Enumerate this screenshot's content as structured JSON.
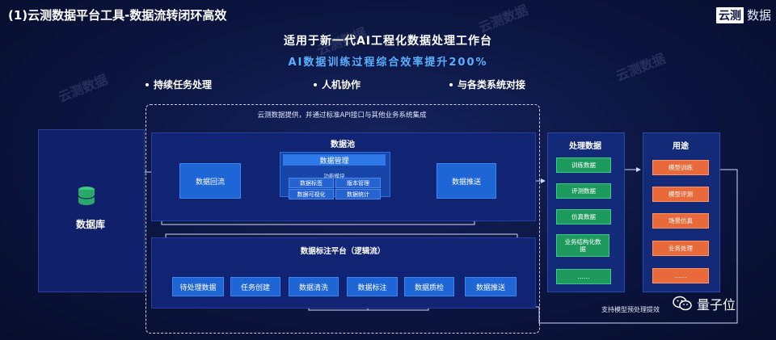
{
  "slide_title": "(1)云测数据平台工具-数据流转闭环高效",
  "brand": {
    "box": "云测",
    "text": "数据"
  },
  "headline": "适用于新一代AI工程化数据处理工作台",
  "subline": "AI数据训练过程综合效率提升200%",
  "features": [
    "持续任务处理",
    "人机协作",
    "与各类系统对接"
  ],
  "integration_note": "云测数据提供，并通过标准API接口与其他业务系统集成",
  "database": {
    "label": "数据库"
  },
  "data_pool": {
    "title": "数据池",
    "inflow": "数据回流",
    "push": "数据推送",
    "management": {
      "title": "数据管理",
      "func_label": "功能模块",
      "chips": [
        "数据标签",
        "版本管理",
        "数据可视化",
        "数据统计"
      ]
    }
  },
  "labeling": {
    "title": "数据标注平台（逻辑流）",
    "steps": [
      "待处理数据",
      "任务创建",
      "数据清洗",
      "数据标注",
      "数据质检",
      "数据推送"
    ]
  },
  "processing": {
    "title": "处理数据",
    "items": [
      "训练数据",
      "评测数据",
      "仿真数据",
      "业务结构化数据",
      "……"
    ]
  },
  "usage": {
    "title": "用途",
    "items": [
      "模型训练",
      "模型评测",
      "场景仿真",
      "业务处理",
      "……"
    ]
  },
  "bottom_note": "支持模型预处理提效",
  "wechat_name": "量子位",
  "watermark": "云测数据",
  "colors": {
    "accent_blue": "#1e66d6",
    "green": "#1f9a5e",
    "orange": "#e86a3a",
    "title_blue": "#5ab0ff"
  }
}
